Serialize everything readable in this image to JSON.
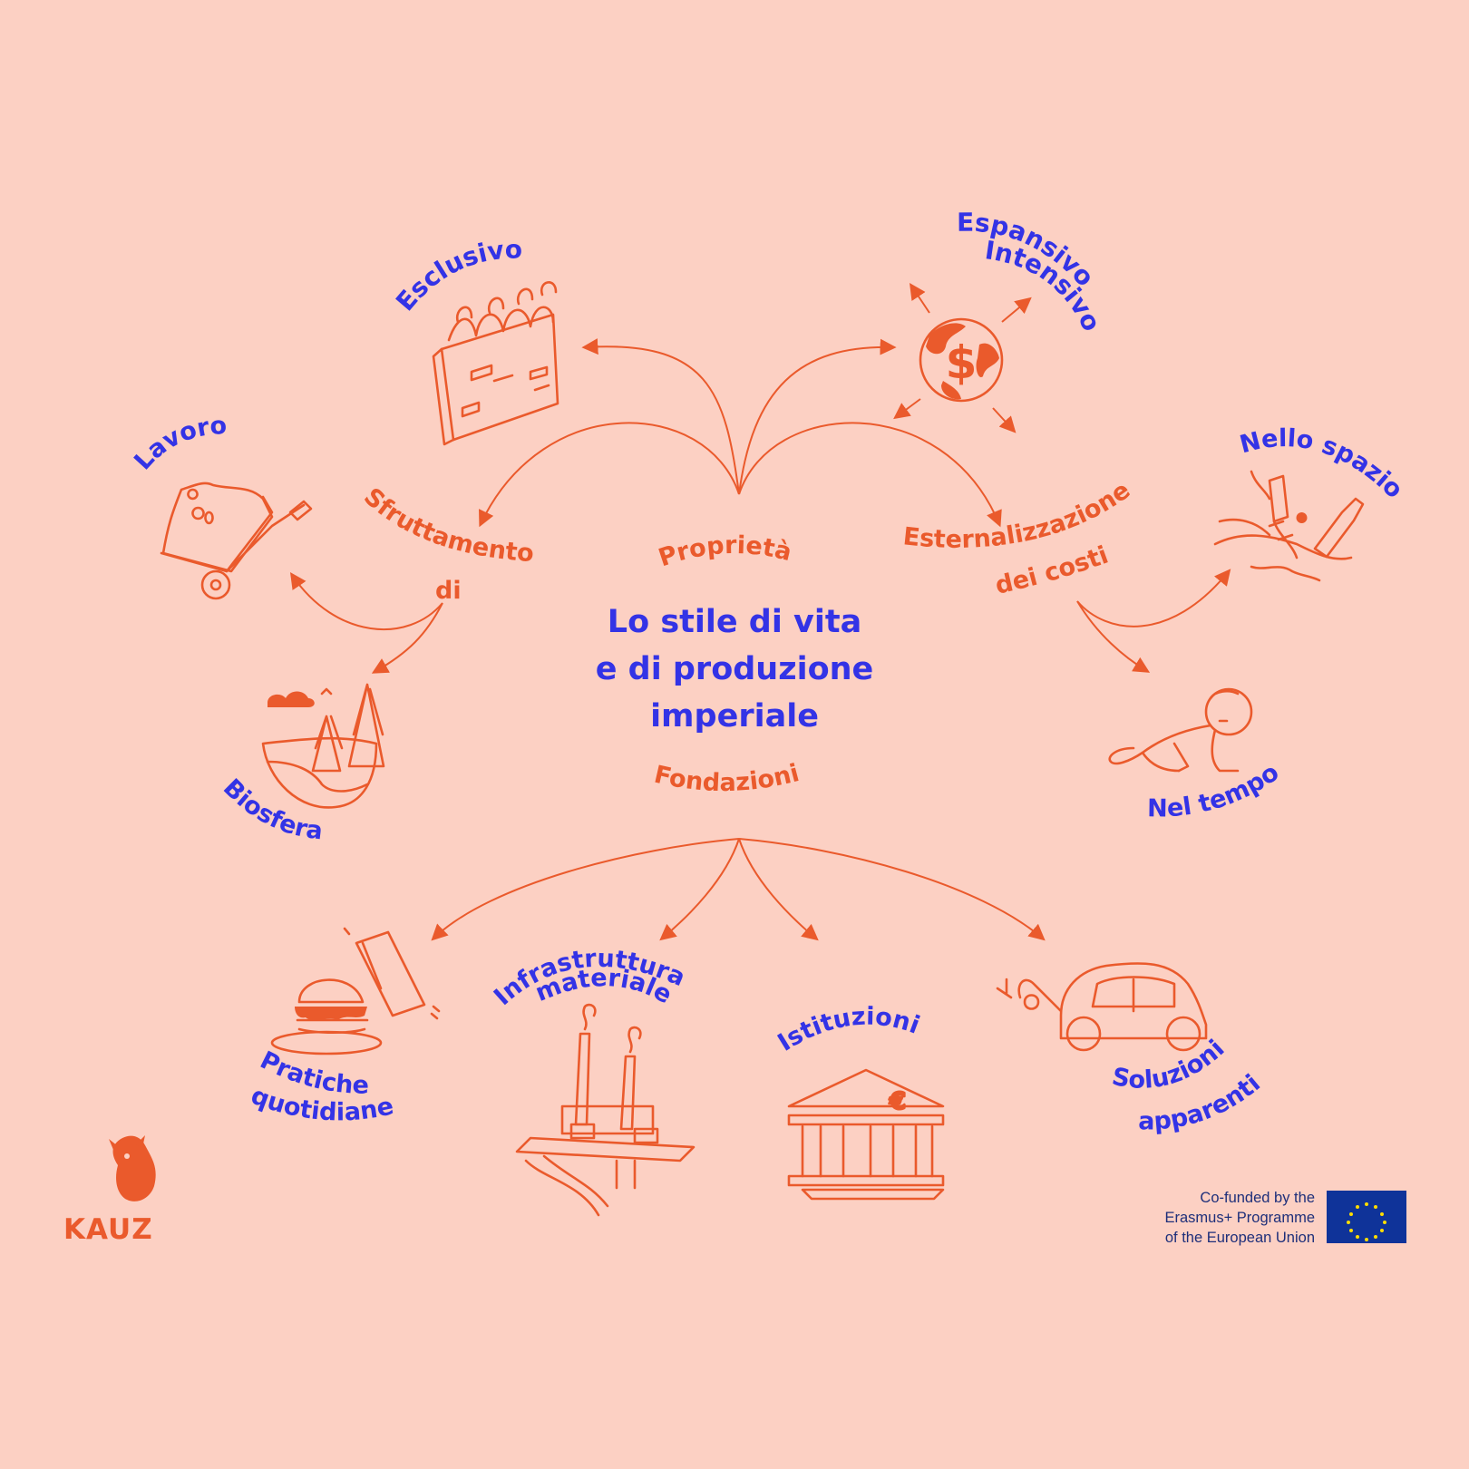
{
  "diagram": {
    "title_lines": [
      "Lo stile di vita",
      "e di produzione",
      "imperiale"
    ],
    "branches": {
      "proprieta": "Proprietà",
      "fondazioni": "Fondazioni",
      "sfruttamento_lines": [
        "Sfruttamento",
        "di"
      ],
      "esternalizzazione_lines": [
        "Esternalizzazione",
        "dei costi"
      ]
    },
    "leaves": {
      "esclusivo": "Esclusivo",
      "espansivo_lines": [
        "Espansivo",
        "Intensivo"
      ],
      "lavoro": "Lavoro",
      "biosfera": "Biosfera",
      "nello_spazio": "Nello spazio",
      "nel_tempo": "Nel tempo",
      "pratiche_lines": [
        "Pratiche",
        "quotidiane"
      ],
      "infrastruttura_lines": [
        "Infrastruttura",
        "materiale"
      ],
      "istituzioni": "Istituzioni",
      "soluzioni_lines": [
        "Soluzioni",
        "apparenti"
      ]
    }
  },
  "footer": {
    "logo_text": "KAUZ",
    "eu_lines": [
      "Co-funded by the",
      "Erasmus+ Programme",
      "of the European Union"
    ]
  },
  "colors": {
    "background": "#FCD0C3",
    "accent_orange": "#EA5A2C",
    "text_blue": "#3333E6",
    "eu_blue": "#0F3399"
  }
}
